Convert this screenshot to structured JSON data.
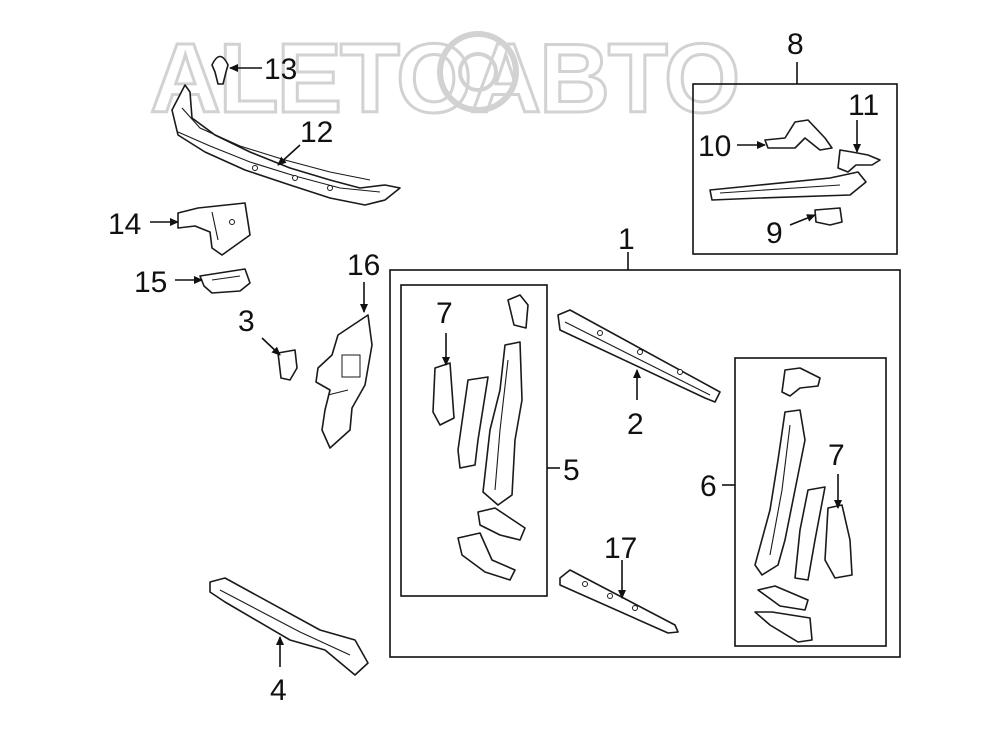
{
  "watermark": {
    "text": "ALETOABTO"
  },
  "callouts": {
    "c1": "1",
    "c2": "2",
    "c3": "3",
    "c4": "4",
    "c5": "5",
    "c6": "6",
    "c7a": "7",
    "c7b": "7",
    "c8": "8",
    "c9": "9",
    "c10": "10",
    "c11": "11",
    "c12": "12",
    "c13": "13",
    "c14": "14",
    "c15": "15",
    "c16": "16",
    "c17": "17"
  },
  "colors": {
    "line": "#1a1a1a",
    "watermark": "#d2d2d2",
    "background": "#ffffff"
  }
}
